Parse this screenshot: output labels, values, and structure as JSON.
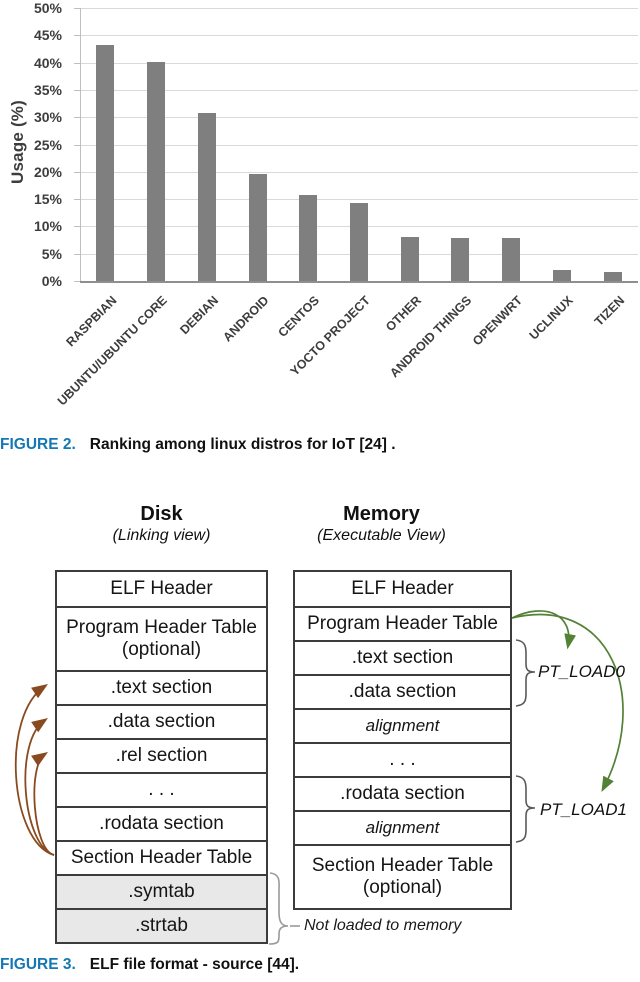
{
  "figure2": {
    "caption": {
      "label": "FIGURE 2.",
      "text": "Ranking among linux distros for IoT [24] ."
    }
  },
  "chart_data": {
    "type": "bar",
    "title": "",
    "categories": [
      "RASPBIAN",
      "UBUNTU/UBUNTU CORE",
      "DEBIAN",
      "ANDROID",
      "CENTOS",
      "YOCTO PROJECT",
      "OTHER",
      "ANDROID THINGS",
      "OPENWRT",
      "UCLINUX",
      "TIZEN"
    ],
    "values": [
      43.3,
      40.2,
      30.7,
      19.6,
      15.7,
      14.2,
      8.1,
      7.9,
      7.9,
      2.0,
      1.6
    ],
    "xlabel": "",
    "ylabel": "Usage (%)",
    "ylim": [
      0,
      50
    ],
    "ytick_step": 5,
    "ytick_labels": [
      "0%",
      "5%",
      "10%",
      "15%",
      "20%",
      "25%",
      "30%",
      "35%",
      "40%",
      "45%",
      "50%"
    ],
    "grid": true,
    "legend": "none",
    "bar_color": "#7f7f7f",
    "gridline_color": "#d9d9d9"
  },
  "figure3": {
    "caption": {
      "label": "FIGURE 3.",
      "text": "ELF file format - source [44]."
    },
    "disk": {
      "title": "Disk",
      "subtitle": "(Linking view)",
      "rows": [
        {
          "lines": [
            "ELF Header"
          ]
        },
        {
          "lines": [
            "Program Header Table",
            "(optional)"
          ]
        },
        {
          "lines": [
            ".text section"
          ]
        },
        {
          "lines": [
            ".data section"
          ]
        },
        {
          "lines": [
            ".rel section"
          ]
        },
        {
          "lines": [
            ". . ."
          ]
        },
        {
          "lines": [
            ".rodata section"
          ]
        },
        {
          "lines": [
            "Section Header Table"
          ]
        },
        {
          "lines": [
            ".symtab"
          ],
          "shaded": true
        },
        {
          "lines": [
            ".strtab"
          ],
          "shaded": true
        }
      ]
    },
    "memory": {
      "title": "Memory",
      "subtitle": "(Executable View)",
      "rows": [
        {
          "lines": [
            "ELF Header"
          ]
        },
        {
          "lines": [
            "Program Header Table"
          ]
        },
        {
          "lines": [
            ".text section"
          ]
        },
        {
          "lines": [
            ".data section"
          ]
        },
        {
          "lines": [
            "alignment"
          ],
          "italic": true
        },
        {
          "lines": [
            ". . ."
          ]
        },
        {
          "lines": [
            ".rodata section"
          ]
        },
        {
          "lines": [
            "alignment"
          ],
          "italic": true
        },
        {
          "lines": [
            "Section Header Table",
            "(optional)"
          ]
        }
      ]
    },
    "annotations": {
      "pt_load0": "PT_LOAD0",
      "pt_load1": "PT_LOAD1",
      "not_loaded": "Not loaded to memory"
    },
    "colors": {
      "disk_arrows": "#8a4a1f",
      "memory_arrows": "#538135",
      "accent_caption": "#1578b5",
      "shaded_row": "#e8e8e8"
    }
  }
}
